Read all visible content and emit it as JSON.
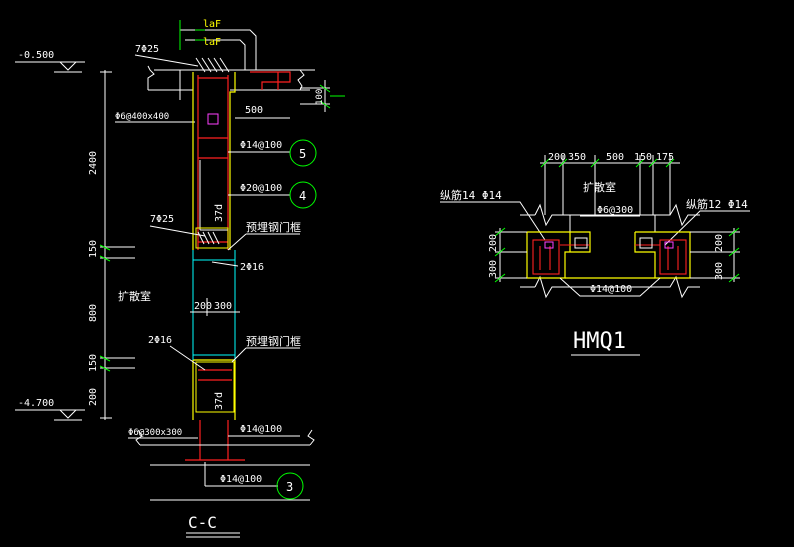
{
  "colors": {
    "background": "#000000",
    "white": "#ffffff",
    "yellow": "#ffff00",
    "red": "#ff2020",
    "green": "#00ff00",
    "cyan": "#00ffff",
    "pink": "#ff40ff"
  },
  "section_cc": {
    "title": "C-C",
    "elev_top": "-0.500",
    "elev_bottom": "-4.700",
    "laF_1": "laF",
    "laF_2": "laF",
    "rebar_7phi25_top": "7Φ25",
    "stirrup_top": "Φ6@400x400",
    "dim_500": "500",
    "dim_100": "100",
    "rebar_phi14_100_a": "Φ14@100",
    "circle_5": "5",
    "rebar_phi20_100": "Φ20@100",
    "circle_4": "4",
    "dim_37d_top": "37d",
    "rebar_7phi25_mid": "7Φ25",
    "embed_steel_1": "预埋钢门框",
    "rebar_2phi16_a": "2Φ16",
    "dim_2400": "2400",
    "dim_150_a": "150",
    "dim_800": "800",
    "room_label": "扩散室",
    "dim_200": "200",
    "dim_300": "300",
    "rebar_2phi16_b": "2Φ16",
    "embed_steel_2": "预埋钢门框",
    "dim_150_b": "150",
    "dim_200_b": "200",
    "dim_37d_bottom": "37d",
    "stirrup_bottom": "Φ6@300x300",
    "rebar_phi14_100_b": "Φ14@100",
    "rebar_phi14_100_c": "Φ14@100",
    "circle_3": "3"
  },
  "hmq1": {
    "title": "HMQ1",
    "dims_top": [
      "200",
      "350",
      "500",
      "150",
      "175"
    ],
    "room_label": "扩散室",
    "stirrup": "Φ6@300",
    "left_bar": "纵筋14 Φ14",
    "right_bar": "纵筋12 Φ14",
    "left_dim_300": "300",
    "left_dim_200": "200",
    "right_dim_200": "200",
    "right_dim_300": "300",
    "bottom_bar": "Φ14@100"
  }
}
